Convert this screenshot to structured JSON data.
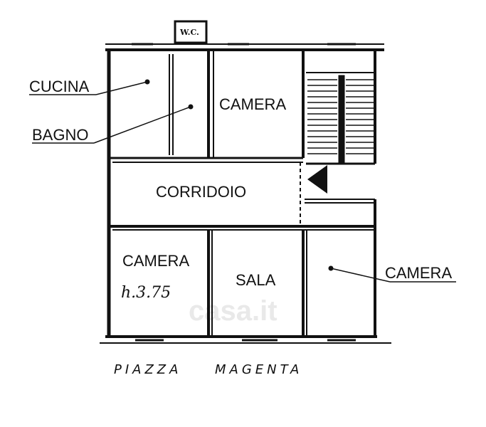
{
  "rooms": {
    "camera_top": "CAMERA",
    "corridoio": "CORRIDOIO",
    "camera_left": "CAMERA",
    "sala": "SALA"
  },
  "callouts": {
    "cucina": "CUCINA",
    "bagno": "BAGNO",
    "camera_right": "CAMERA"
  },
  "ceiling_height": "h.3.75",
  "wc": "W.C.",
  "street": {
    "word1": "PIAZZA",
    "word2": "MAGENTA"
  },
  "watermark": "casa.it",
  "colors": {
    "ink": "#111111",
    "background": "#ffffff"
  }
}
